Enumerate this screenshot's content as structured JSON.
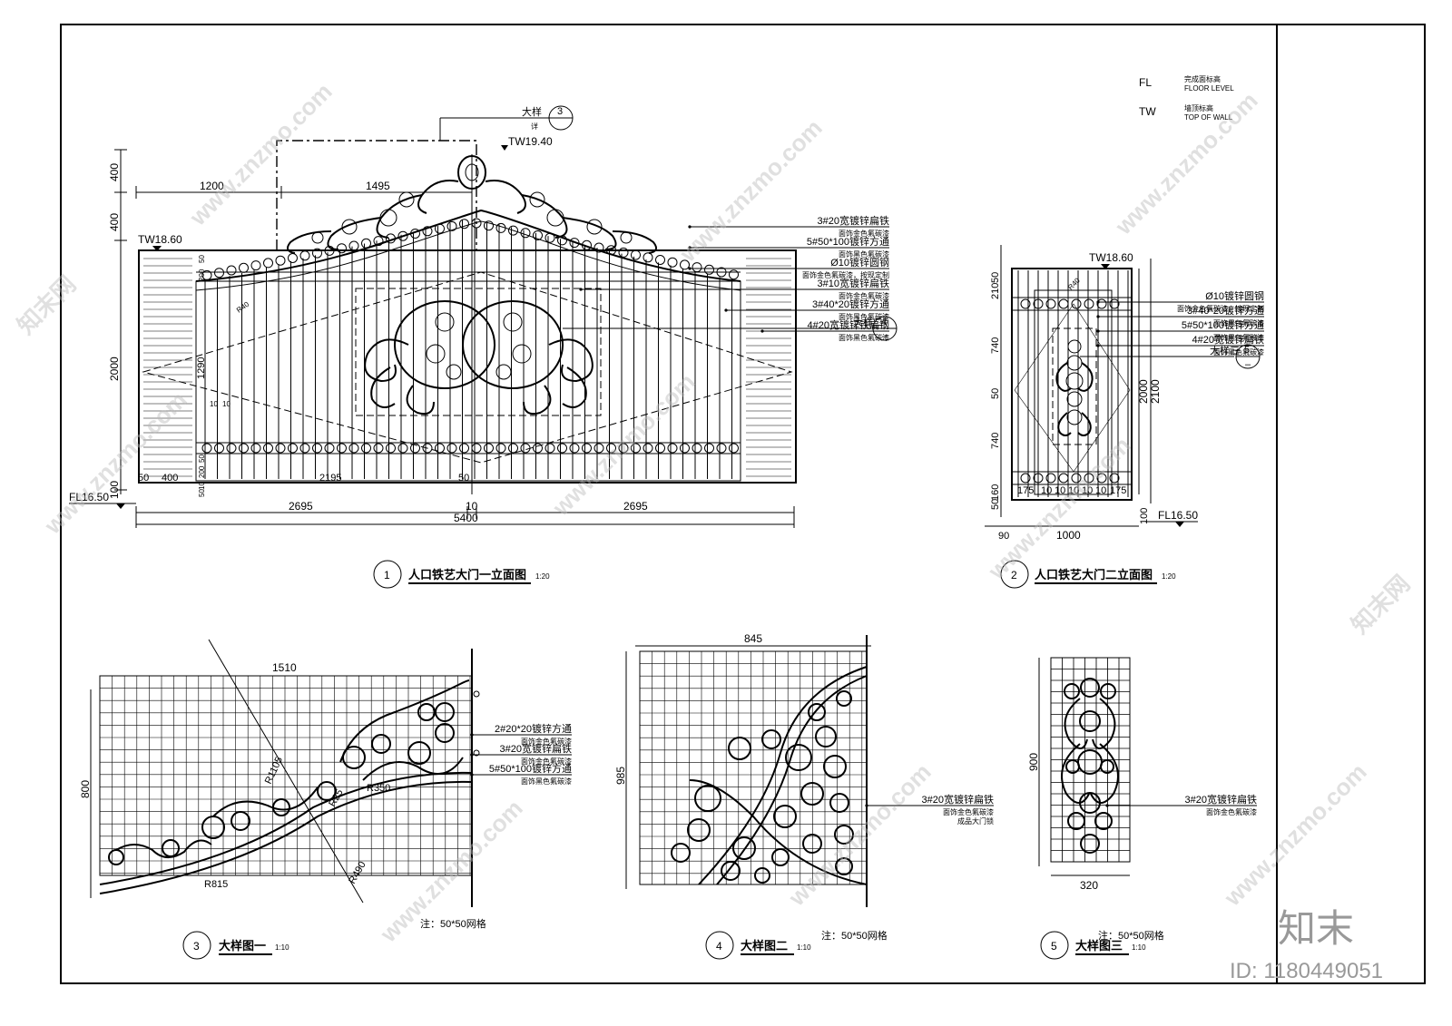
{
  "legend": {
    "fl_code": "FL",
    "fl_cn": "完成面标高",
    "fl_en": "FLOOR LEVEL",
    "tw_code": "TW",
    "tw_cn": "墙顶标高",
    "tw_en": "TOP OF WALL"
  },
  "elev1": {
    "callout_label": "大样",
    "callout_sub": "详",
    "callout_num": "3",
    "callout_den": "",
    "tw_top": "TW19.40",
    "tw_left": "TW18.60",
    "fl": "FL16.50",
    "dims_left": [
      "400",
      "400",
      "2000",
      "100"
    ],
    "dims_top": [
      "1200",
      "1495"
    ],
    "dims_bottom1": [
      "2695",
      "10",
      "2695"
    ],
    "dims_bottom2": "5400",
    "dims_inner": [
      "50",
      "400",
      "2195",
      "50"
    ],
    "dims_vert_inner": [
      "200",
      "50",
      "1290",
      "10",
      "10",
      "50",
      "200",
      "10",
      "50"
    ],
    "radius_label": "R40",
    "notes": [
      {
        "a": "3#20宽镀锌扁铁",
        "b": "面饰金色氟碳漆"
      },
      {
        "a": "5#50*100镀锌方通",
        "b": "面饰黑色氟碳漆"
      },
      {
        "a": "Ø10镀锌圆钢",
        "b": "面饰金色氟碳漆，按现定制"
      },
      {
        "a": "3#10宽镀锌扁铁",
        "b": "面饰金色氟碳漆"
      },
      {
        "a": "3#40*20镀锌方通",
        "b": "面饰黑色氟碳漆"
      },
      {
        "a": "4#20宽镀锌铁扁钢",
        "b": "面饰黑色氟碳漆"
      }
    ],
    "detail_ref_label": "大样二",
    "detail_ref_num": "4",
    "title_num": "1",
    "title": "人口铁艺大门一立面图",
    "scale": "1:20"
  },
  "elev2": {
    "tw": "TW18.60",
    "fl": "FL16.50",
    "dims_left": [
      "50",
      "210",
      "740",
      "50",
      "740",
      "160",
      "50"
    ],
    "dims_right": [
      "2000",
      "2100",
      "100"
    ],
    "dims_bottom": [
      "175",
      "10",
      "10",
      "10",
      "10",
      "10",
      "175"
    ],
    "dim_total": "1000",
    "dim_side": "90",
    "radius_label": "R40",
    "notes": [
      {
        "a": "Ø10镀锌圆钢",
        "b": "面饰金色氟碳漆，按现定制"
      },
      {
        "a": "3#40*20镀锌方通",
        "b": "面饰黑色氟碳漆"
      },
      {
        "a": "5#50*100镀锌方通",
        "b": "面饰黑色氟碳漆"
      },
      {
        "a": "4#20宽镀锌扁铁",
        "b": "面饰黑色氟碳漆"
      }
    ],
    "detail_ref_label": "大样三",
    "detail_ref_num": "5",
    "title_num": "2",
    "title": "人口铁艺大门二立面图",
    "scale": "1:20"
  },
  "detail3": {
    "dim_w": "1510",
    "dim_h": "800",
    "radii": [
      "R1105",
      "R350",
      "R25",
      "R490",
      "R815"
    ],
    "notes": [
      {
        "a": "2#20*20镀锌方通",
        "b": "面饰金色氟碳漆"
      },
      {
        "a": "3#20宽镀锌扁铁",
        "b": "面饰金色氟碳漆"
      },
      {
        "a": "5#50*100镀锌方通",
        "b": "面饰黑色氟碳漆"
      }
    ],
    "grid_note": "注：50*50网格",
    "title_num": "3",
    "title": "大样图一",
    "scale": "1:10"
  },
  "detail4": {
    "dim_w": "845",
    "dim_h": "985",
    "notes": [
      {
        "a": "3#20宽镀锌扁铁",
        "b": "面饰金色氟碳漆",
        "c": "成品大门锁"
      }
    ],
    "grid_note": "注：50*50网格",
    "title_num": "4",
    "title": "大样图二",
    "scale": "1:10"
  },
  "detail5": {
    "dim_w": "320",
    "dim_h": "900",
    "notes": [
      {
        "a": "3#20宽镀锌扁铁",
        "b": "面饰金色氟碳漆"
      }
    ],
    "grid_note": "注：50*50网格",
    "title_num": "5",
    "title": "大样图三",
    "scale": "1:10"
  },
  "watermark": {
    "brand": "知末",
    "id": "ID: 1180449051",
    "url": "www.znzmo.com",
    "cn": "知末网"
  }
}
